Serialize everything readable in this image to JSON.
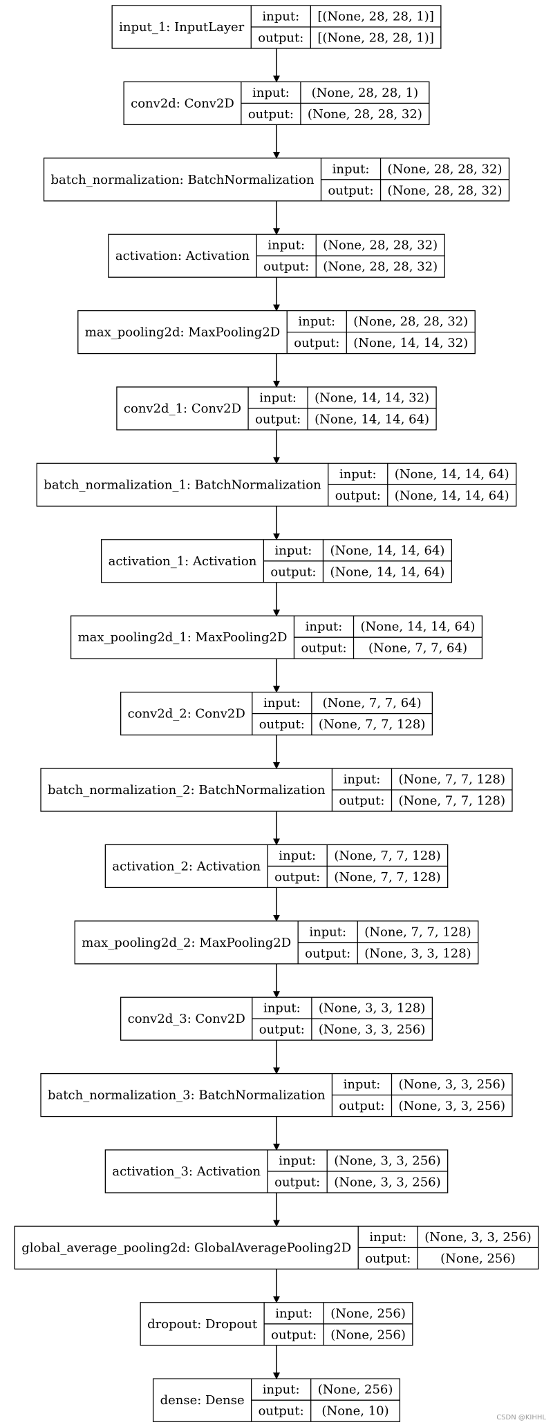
{
  "diagram": {
    "port_labels": {
      "input": "input:",
      "output": "output:"
    },
    "layers": [
      {
        "name": "input_1: InputLayer",
        "input": "[(None, 28, 28, 1)]",
        "output": "[(None, 28, 28, 1)]"
      },
      {
        "name": "conv2d: Conv2D",
        "input": "(None, 28, 28, 1)",
        "output": "(None, 28, 28, 32)"
      },
      {
        "name": "batch_normalization: BatchNormalization",
        "input": "(None, 28, 28, 32)",
        "output": "(None, 28, 28, 32)"
      },
      {
        "name": "activation: Activation",
        "input": "(None, 28, 28, 32)",
        "output": "(None, 28, 28, 32)"
      },
      {
        "name": "max_pooling2d: MaxPooling2D",
        "input": "(None, 28, 28, 32)",
        "output": "(None, 14, 14, 32)"
      },
      {
        "name": "conv2d_1: Conv2D",
        "input": "(None, 14, 14, 32)",
        "output": "(None, 14, 14, 64)"
      },
      {
        "name": "batch_normalization_1: BatchNormalization",
        "input": "(None, 14, 14, 64)",
        "output": "(None, 14, 14, 64)"
      },
      {
        "name": "activation_1: Activation",
        "input": "(None, 14, 14, 64)",
        "output": "(None, 14, 14, 64)"
      },
      {
        "name": "max_pooling2d_1: MaxPooling2D",
        "input": "(None, 14, 14, 64)",
        "output": "(None, 7, 7, 64)"
      },
      {
        "name": "conv2d_2: Conv2D",
        "input": "(None, 7, 7, 64)",
        "output": "(None, 7, 7, 128)"
      },
      {
        "name": "batch_normalization_2: BatchNormalization",
        "input": "(None, 7, 7, 128)",
        "output": "(None, 7, 7, 128)"
      },
      {
        "name": "activation_2: Activation",
        "input": "(None, 7, 7, 128)",
        "output": "(None, 7, 7, 128)"
      },
      {
        "name": "max_pooling2d_2: MaxPooling2D",
        "input": "(None, 7, 7, 128)",
        "output": "(None, 3, 3, 128)"
      },
      {
        "name": "conv2d_3: Conv2D",
        "input": "(None, 3, 3, 128)",
        "output": "(None, 3, 3, 256)"
      },
      {
        "name": "batch_normalization_3: BatchNormalization",
        "input": "(None, 3, 3, 256)",
        "output": "(None, 3, 3, 256)"
      },
      {
        "name": "activation_3: Activation",
        "input": "(None, 3, 3, 256)",
        "output": "(None, 3, 3, 256)"
      },
      {
        "name": "global_average_pooling2d: GlobalAveragePooling2D",
        "input": "(None, 3, 3, 256)",
        "output": "(None, 256)"
      },
      {
        "name": "dropout: Dropout",
        "input": "(None, 256)",
        "output": "(None, 256)"
      },
      {
        "name": "dense: Dense",
        "input": "(None, 256)",
        "output": "(None, 10)"
      }
    ]
  },
  "watermark": "CSDN @KIHHL"
}
